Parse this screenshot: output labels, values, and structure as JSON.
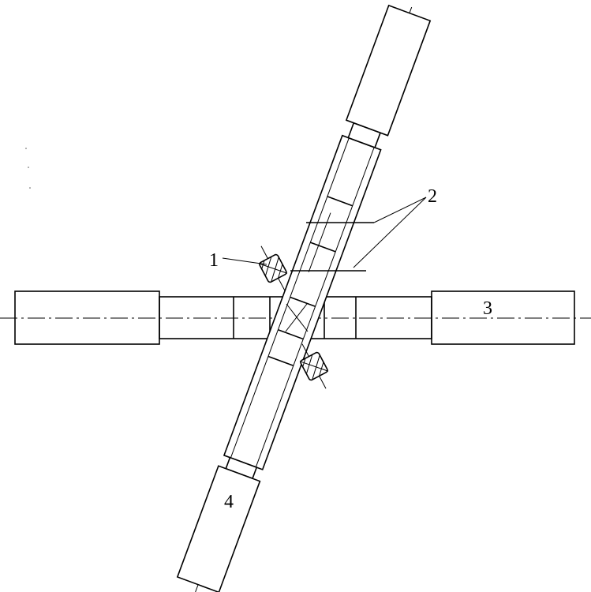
{
  "labels": {
    "roller_1": "1",
    "guide_2": "2",
    "shaft_3": "3",
    "shaft_4": "4"
  },
  "colors": {
    "line": "#000000",
    "background": "#ffffff"
  }
}
